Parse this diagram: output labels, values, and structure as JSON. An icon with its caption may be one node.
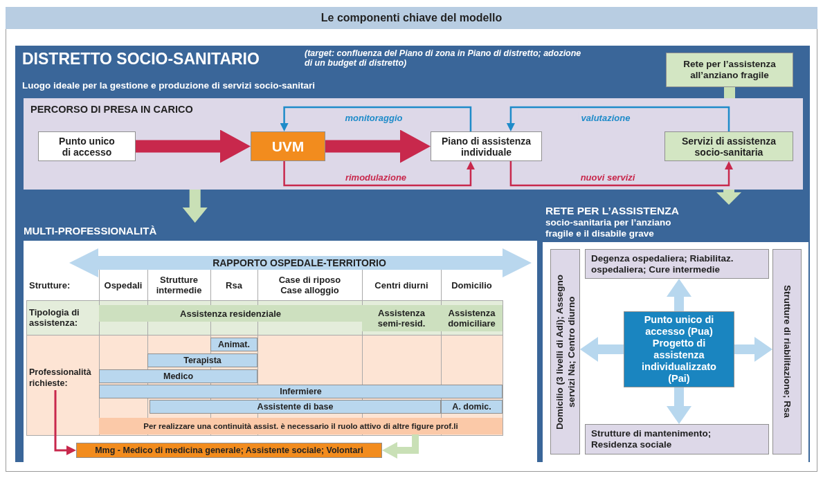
{
  "diagram": {
    "title": "Le componenti chiave del modello",
    "nodes": [
      {
        "text": [
          "DISTRETTO SOCIO-SANITARIO",
          "(target: confluenza del Piano di zona in Piano di distretto; adozione di un budget di distretto)",
          "Luogo ideale per la gestione e produzione di servizi socio-sanitari"
        ]
      },
      {
        "text": [
          "Rete per l’assistenza all’anziano fragile"
        ],
        "in": 0
      },
      {
        "text": [
          "PERCORSO DI PRESA IN CARICO"
        ],
        "in": 0
      },
      {
        "text": [
          "Punto unico di accesso"
        ],
        "in": 2
      },
      {
        "text": [
          "UVM"
        ],
        "in": 2
      },
      {
        "text": [
          "Piano di assistenza individuale"
        ],
        "in": 2
      },
      {
        "text": [
          "Servizi di assistenza socio-sanitaria"
        ],
        "in": 2
      },
      {
        "text": [
          "MULTI-PROFESSIONALITÀ"
        ],
        "in": 0
      },
      {
        "text": [
          "Mmg - Medico di medicina generale; Assistente sociale; Volontari"
        ],
        "in": 7
      },
      {
        "text": [
          "RETE PER L’ASSISTENZA",
          "socio-sanitaria per l’anziano fragile e il disabile grave"
        ],
        "in": 0
      },
      {
        "text": [
          "Degenza ospedaliera; Riabilitaz. ospedaliera; Cure intermedie"
        ],
        "in": 9
      },
      {
        "text": [
          "Domicilio (3 livelli di Adi); Assegno servizi Na; Centro diurno"
        ],
        "in": 9
      },
      {
        "text": [
          "Punto unico di accesso (Pua)",
          "Progetto di assistenza individualizzato (Pai)"
        ],
        "in": 9
      },
      {
        "text": [
          "Strutture di riabilitazione; Rsa"
        ],
        "in": 9
      },
      {
        "text": [
          "Strutture di mantenimento; Residenza sociale"
        ],
        "in": 9
      },
      {
        "text": [
          "Professionalità richieste:"
        ],
        "in": 7
      },
      {
        "text": [
          "Per realizzare una continuità assist. è necessario il ruolo attivo di altre figure prof.li"
        ],
        "in": 7
      }
    ],
    "edges": [
      {
        "from": 3,
        "to": 4,
        "arrow": "to",
        "color": "#c8284c"
      },
      {
        "from": 4,
        "to": 5,
        "arrow": "to",
        "color": "#c8284c"
      },
      {
        "from": 5,
        "to": 4,
        "arrow": "to",
        "label": "monitoraggio",
        "color": "#1e8bc9"
      },
      {
        "from": 6,
        "to": 5,
        "arrow": "to",
        "label": "valutazione",
        "color": "#1e8bc9"
      },
      {
        "from": 4,
        "to": 5,
        "arrow": "to",
        "label": "rimodulazione",
        "color": "#c8284c"
      },
      {
        "from": 5,
        "to": 6,
        "arrow": "to",
        "label": "nuovi servizi",
        "color": "#c8284c"
      },
      {
        "from": 1,
        "to": 2,
        "arrow": "none",
        "color": "#c9e0b6"
      },
      {
        "from": 2,
        "to": 7,
        "arrow": "to",
        "color": "#c9e0b6"
      },
      {
        "from": 2,
        "to": 9,
        "arrow": "to",
        "color": "#c9e0b6"
      },
      {
        "from": 12,
        "to": 10,
        "arrow": "to",
        "color": "#b7d7ee"
      },
      {
        "from": 12,
        "to": 11,
        "arrow": "to",
        "color": "#b7d7ee"
      },
      {
        "from": 12,
        "to": 13,
        "arrow": "to",
        "color": "#b7d7ee"
      },
      {
        "from": 12,
        "to": 14,
        "arrow": "to",
        "color": "#b7d7ee"
      },
      {
        "from": 15,
        "to": 8,
        "arrow": "to",
        "color": "#c8284c"
      },
      {
        "from": 16,
        "to": 8,
        "arrow": "to",
        "color": "#c9e0b6"
      }
    ],
    "labels": [
      "RAPPORTO OSPEDALE-TERRITORIO",
      "Strutture:",
      "Ospedali",
      "Strutture intermedie",
      "Rsa",
      "Case di riposo Case alloggio",
      "Centri diurni",
      "Domicilio",
      "Tipologia di assistenza:",
      "Assistenza residenziale",
      "Assistenza semi-resid.",
      "Assistenza domiciliare",
      "Animat.",
      "Terapista",
      "Medico",
      "Infermiere",
      "Assistente di base",
      "A. domic."
    ]
  }
}
